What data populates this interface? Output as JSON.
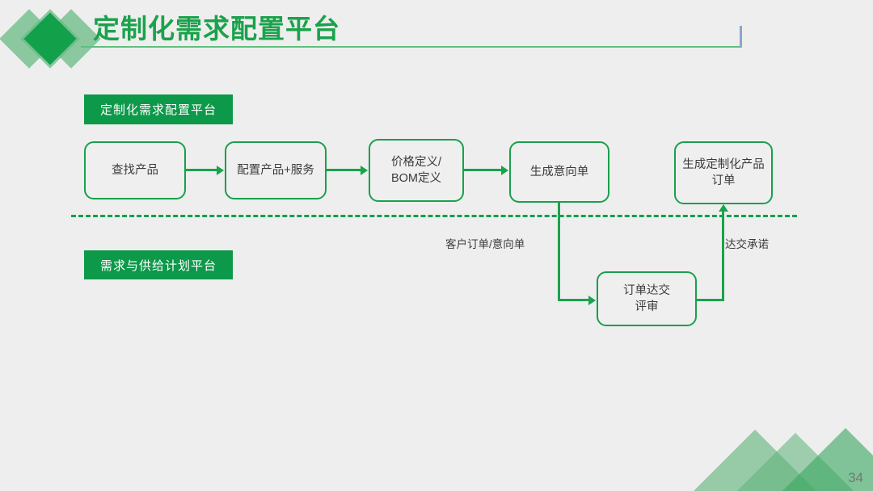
{
  "header": {
    "title": "定制化需求配置平台",
    "logo_icon": "diamond-cluster-logo-icon"
  },
  "banners": {
    "top": "定制化需求配置平台",
    "bottom": "需求与供给计划平台"
  },
  "flow": {
    "nodes": [
      {
        "id": "find-product",
        "label": "查找产品"
      },
      {
        "id": "configure-product",
        "label": "配置产品+服务"
      },
      {
        "id": "price-bom",
        "label": "价格定义/\nBOM定义"
      },
      {
        "id": "create-intent",
        "label": "生成意向单"
      },
      {
        "id": "create-order",
        "label": "生成定制化产品\n订单"
      },
      {
        "id": "delivery-review",
        "label": "订单达交\n评审"
      }
    ],
    "edge_labels": {
      "customer_order": "客户订单/意向单",
      "delivery_commitment": "达交承诺"
    }
  },
  "footer": {
    "page_number": "34"
  },
  "colors": {
    "brand_green": "#1ba24c",
    "banner_green": "#0c9949",
    "title_green": "#1ba24c",
    "rule_green": "#5fbf7e",
    "tick_blue": "#8ba5cc",
    "background": "#eeeeee",
    "node_fill": "#efefef",
    "text_dark": "#3b3b3b"
  }
}
